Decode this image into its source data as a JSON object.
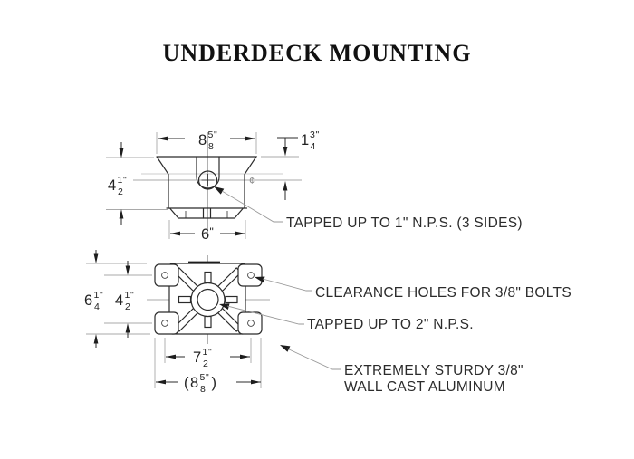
{
  "title": "UNDERDECK MOUNTING",
  "marks": {
    "inch": "\"",
    "open_paren": "(",
    "close_paren": ")",
    "centerline_symbol": "¢"
  },
  "side_view": {
    "dim_width_top": {
      "whole": "8",
      "num": "5",
      "den": "8"
    },
    "dim_offset_top_right": {
      "whole": "1",
      "num": "3",
      "den": "4"
    },
    "dim_height_left": {
      "whole": "4",
      "num": "1",
      "den": "2"
    },
    "dim_width_bottom": {
      "whole": "6"
    },
    "callout_tapped_1nps": "TAPPED UP TO 1\" N.P.S. (3 SIDES)"
  },
  "bottom_view": {
    "dim_height_overall": {
      "whole": "6",
      "num": "1",
      "den": "4"
    },
    "dim_height_bolt_holes": {
      "whole": "4",
      "num": "1",
      "den": "2"
    },
    "dim_width_bolt_holes": {
      "whole": "7",
      "num": "1",
      "den": "2"
    },
    "dim_width_overall_ref": {
      "whole": "8",
      "num": "5",
      "den": "8"
    },
    "callout_clearance_holes": "CLEARANCE HOLES FOR 3/8\" BOLTS",
    "callout_tapped_2nps": "TAPPED UP TO 2\" N.P.S.",
    "callout_material_line1": "EXTREMELY STURDY 3/8\"",
    "callout_material_line2": "WALL CAST ALUMINUM"
  },
  "colors": {
    "ink": "#2b2b2b",
    "aux_line": "#a9a9a9",
    "leader_line": "#9a9a9a",
    "background": "#ffffff"
  }
}
